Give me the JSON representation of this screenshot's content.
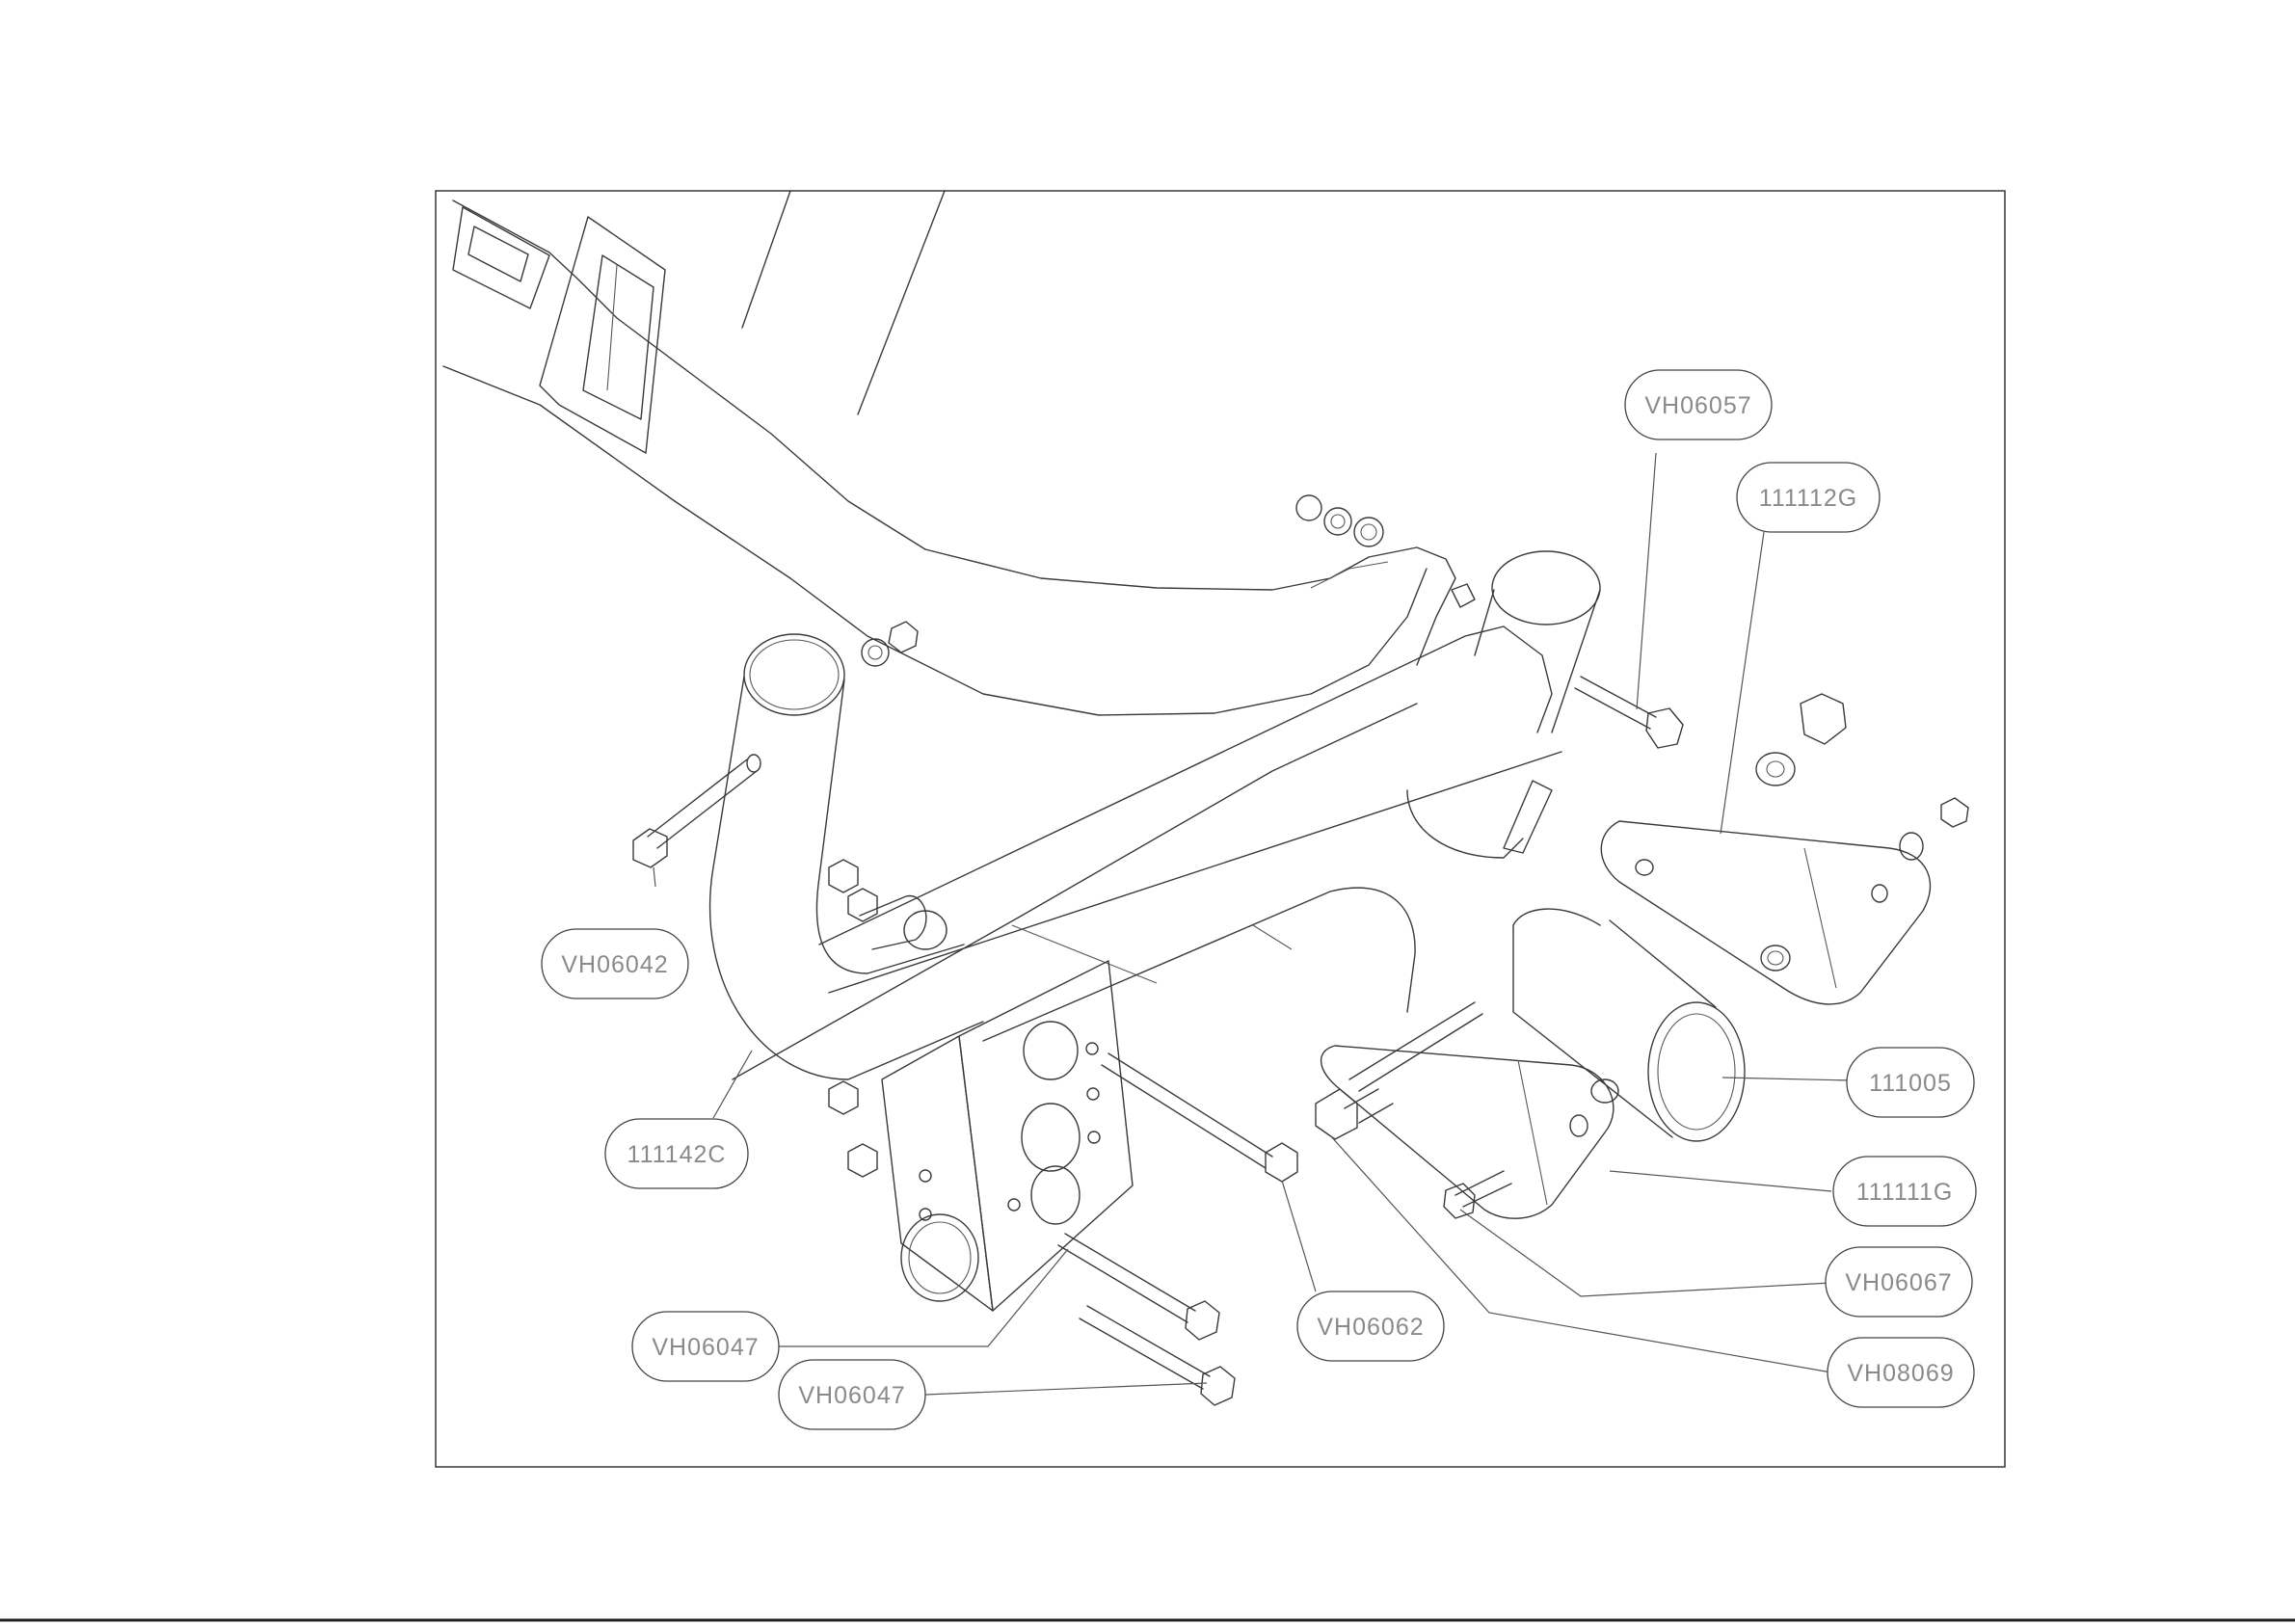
{
  "labels": {
    "vh06057": "VH06057",
    "p111112g": "111112G",
    "vh06042": "VH06042",
    "p111142c": "111142C",
    "p111005": "111005",
    "p111111g": "111111G",
    "vh06067": "VH06067",
    "vh06062": "VH06062",
    "vh08069": "VH08069",
    "vh06047_a": "VH06047",
    "vh06047_b": "VH06047"
  }
}
